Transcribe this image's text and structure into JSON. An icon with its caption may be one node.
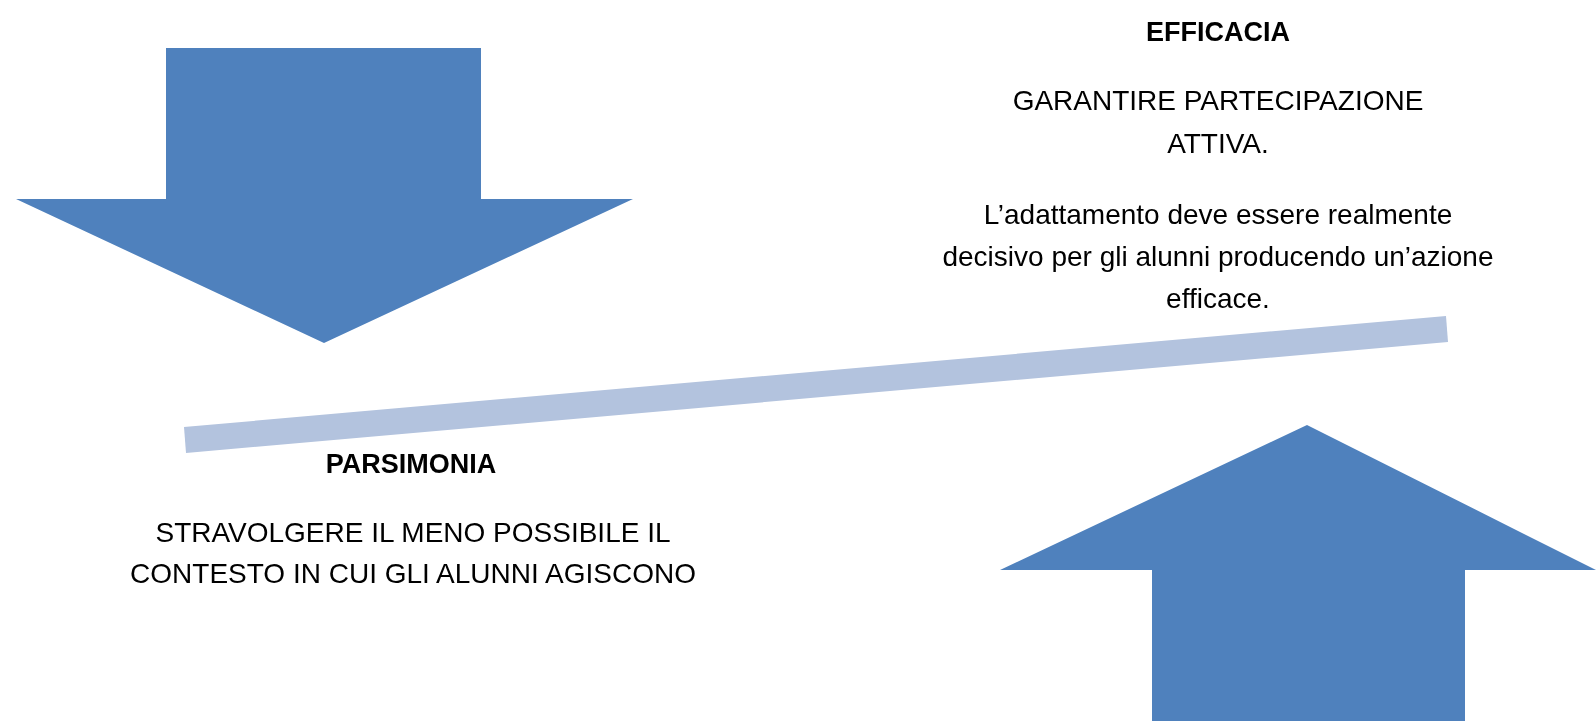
{
  "diagram": {
    "labels": [
      "EFFICACIA",
      "GARANTIRE PARTECIPAZIONE ATTIVA.",
      "L’adattamento deve essere realmente decisivo per gli alunni producendo un’azione efficace.",
      "PARSIMONIA",
      "STRAVOLGERE IL MENO POSSIBILE IL CONTESTO IN CUI GLI ALUNNI AGISCONO"
    ]
  }
}
